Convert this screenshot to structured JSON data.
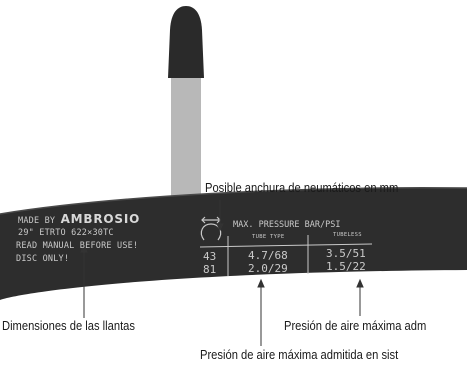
{
  "callouts": {
    "width": "Posible anchura de neumáticos en mm",
    "dimensions": "Dimensiones de las llantas",
    "tubeless_pressure": "Presión de aire máxima adm",
    "tube_pressure": "Presión de aire máxima admitida en sist"
  },
  "rim": {
    "made_by_prefix": "MADE BY",
    "brand": "AMBROSIO",
    "size": "29\" ETRTO 622×30TC",
    "line3": "READ MANUAL BEFORE USE!",
    "line4": "DISC ONLY!",
    "table_title": "MAX. PRESSURE BAR/PSI",
    "tube_type": "TUBE TYPE",
    "tubeless": "TUBELESS",
    "widths": [
      "43",
      "81"
    ],
    "tube_values": [
      "4.7/68",
      "2.0/29"
    ],
    "tubeless_values": [
      "3.5/51",
      "1.5/22"
    ]
  },
  "icons": {
    "tire_width": "tire-width-icon"
  },
  "colors": {
    "rim": "#2d2d2d",
    "rim_text": "#c9c9c9",
    "valve_cap": "#2a2a2a",
    "valve_stem": "#b8b8b8"
  }
}
